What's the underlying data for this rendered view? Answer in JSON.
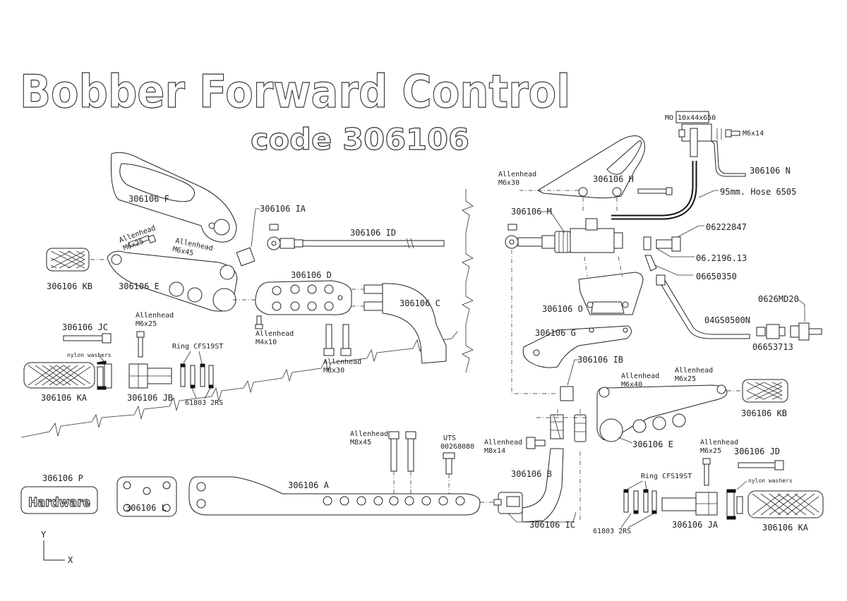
{
  "title": {
    "main": "Bobber Forward Control",
    "code": "code 306106"
  },
  "axes": {
    "y": "Y",
    "x": "X"
  },
  "labels": {
    "p_F": "306106 F",
    "p_IA": "306106 IA",
    "p_ID": "306106 ID",
    "p_KB_left": "306106 KB",
    "p_E_left": "306106 E",
    "p_D": "306106 D",
    "p_C": "306106 C",
    "p_JC": "306106 JC",
    "p_KA_left": "306106 KA",
    "p_JB": "306106 JB",
    "p_P": "306106 P",
    "p_L": "306106 L",
    "p_A": "306106 A",
    "p_B": "306106 B",
    "p_IC": "306106 IC",
    "p_H": "306106 H",
    "p_N": "306106 N",
    "p_M": "306106 M",
    "p_O": "306106 O",
    "p_G": "306106 G",
    "p_IB": "306106 IB",
    "p_KB_right": "306106 KB",
    "p_E_right": "306106 E",
    "p_JD": "306106 JD",
    "p_JA": "306106 JA",
    "p_KA_right": "306106 KA",
    "hardware": "Hardware",
    "bolt_m6x25_a1": "Allenhead",
    "bolt_m6x25_a2": "M6x25",
    "bolt_m6x45_a1": "Allenhead",
    "bolt_m6x45_a2": "M6x45",
    "bolt_m4x10_a1": "Allenhead",
    "bolt_m4x10_a2": "M4x10",
    "bolt_m8x30_a1": "Allenhead",
    "bolt_m8x30_a2": "M8x30",
    "bolt_jc_a1": "Allenhead",
    "bolt_jc_a2": "M6x25",
    "bolt_m8x45_a1": "Allenhead",
    "bolt_m8x45_a2": "M8x45",
    "uts1": "UTS",
    "uts2": "00268080",
    "bolt_m8x14_a1": "Allenhead",
    "bolt_m8x14_a2": "M8x14",
    "bolt_m6x30_a1": "Allenhead",
    "bolt_m6x30_a2": "M6x30",
    "bolt_m6x40_a1": "Allenhead",
    "bolt_m6x40_a2": "M6x40",
    "bolt_r_m6x25_a1": "Allenhead",
    "bolt_r_m6x25_a2": "M6x25",
    "bolt_jd_a1": "Allenhead",
    "bolt_jd_a2": "M6x25",
    "nylon_left": "nylon washers",
    "nylon_right": "nylon washers",
    "ring_left": "Ring CFS19ST",
    "ring_right": "Ring CFS19ST",
    "bearing_left": "61803 2RS",
    "bearing_right": "61803 2RS",
    "mo": "MO",
    "mo_code": "10x44x650",
    "m6x14": "M6x14",
    "hose": "95mm. Hose 6505",
    "p_06222847": "06222847",
    "p_062196": "06.2196.13",
    "p_06650350": "06650350",
    "p_04gs0500n": "04GS0500N",
    "p_06653713": "06653713",
    "p_0626md20": "0626MD20"
  },
  "colors": {
    "line": "#222222",
    "fill": "#ffffff",
    "dark": "#111111"
  }
}
